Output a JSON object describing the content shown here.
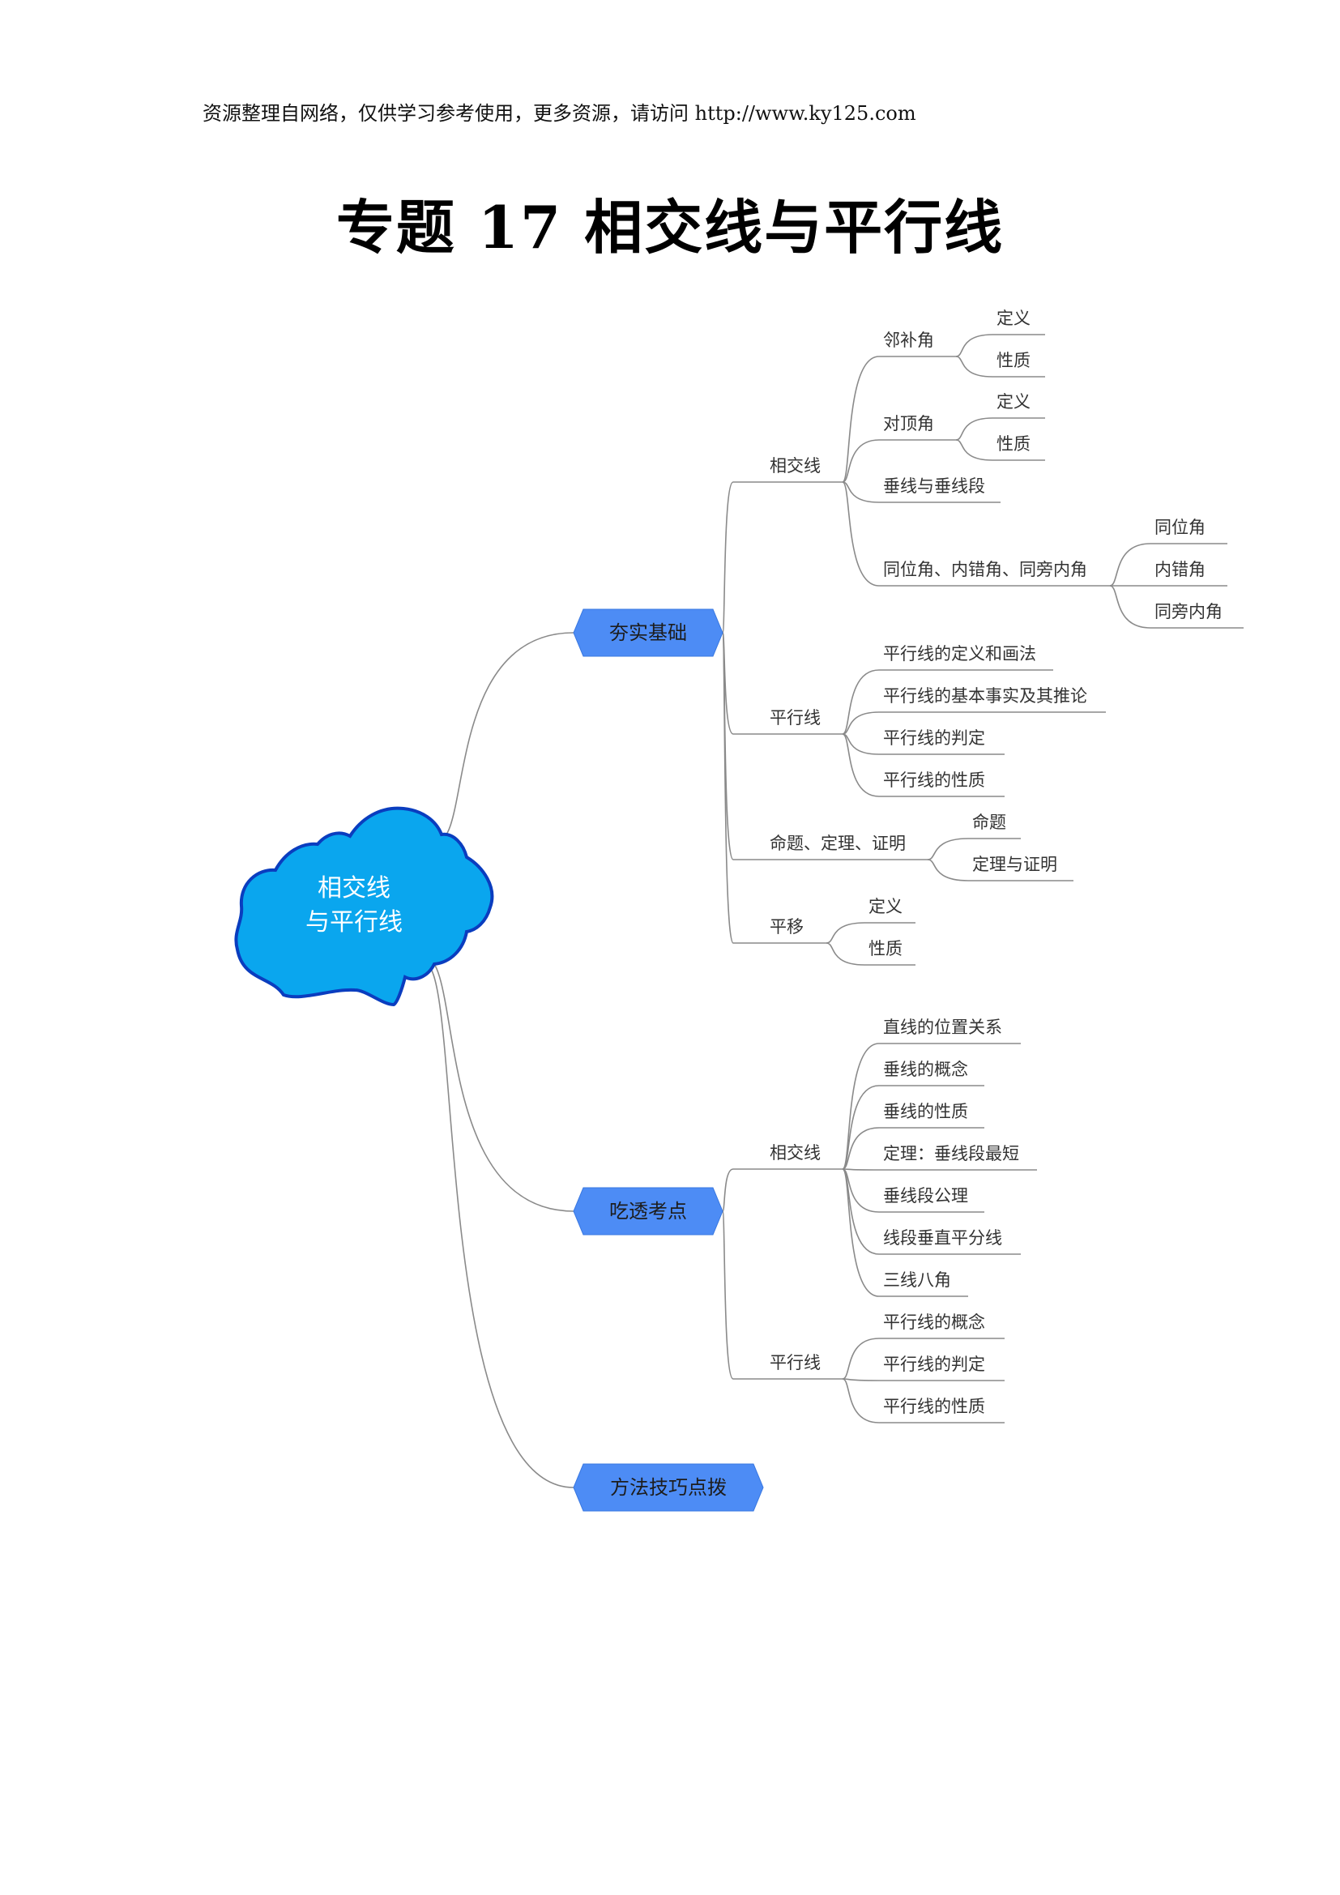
{
  "header_note": "资源整理自网络，仅供学习参考使用，更多资源，请访问 http://www.ky125.com",
  "title": "专题 17  相交线与平行线",
  "mindmap": {
    "root": {
      "line1": "相交线",
      "line2": "与平行线"
    },
    "branches": [
      {
        "label": "夯实基础",
        "children": [
          {
            "label": "相交线",
            "children": [
              {
                "label": "邻补角",
                "children": [
                  {
                    "label": "定义"
                  },
                  {
                    "label": "性质"
                  }
                ]
              },
              {
                "label": "对顶角",
                "children": [
                  {
                    "label": "定义"
                  },
                  {
                    "label": "性质"
                  }
                ]
              },
              {
                "label": "垂线与垂线段"
              },
              {
                "label": "同位角、内错角、同旁内角",
                "children": [
                  {
                    "label": "同位角"
                  },
                  {
                    "label": "内错角"
                  },
                  {
                    "label": "同旁内角"
                  }
                ]
              }
            ]
          },
          {
            "label": "平行线",
            "children": [
              {
                "label": "平行线的定义和画法"
              },
              {
                "label": "平行线的基本事实及其推论"
              },
              {
                "label": "平行线的判定"
              },
              {
                "label": "平行线的性质"
              }
            ]
          },
          {
            "label": "命题、定理、证明",
            "children": [
              {
                "label": "命题"
              },
              {
                "label": "定理与证明"
              }
            ]
          },
          {
            "label": "平移",
            "children": [
              {
                "label": "定义"
              },
              {
                "label": "性质"
              }
            ]
          }
        ]
      },
      {
        "label": "吃透考点",
        "children": [
          {
            "label": "相交线",
            "children": [
              {
                "label": "直线的位置关系"
              },
              {
                "label": "垂线的概念"
              },
              {
                "label": "垂线的性质"
              },
              {
                "label": "定理：垂线段最短"
              },
              {
                "label": "垂线段公理"
              },
              {
                "label": "线段垂直平分线"
              },
              {
                "label": "三线八角"
              }
            ]
          },
          {
            "label": "平行线",
            "children": [
              {
                "label": "平行线的概念"
              },
              {
                "label": "平行线的判定"
              },
              {
                "label": "平行线的性质"
              }
            ]
          }
        ]
      },
      {
        "label": "方法技巧点拨"
      }
    ]
  }
}
